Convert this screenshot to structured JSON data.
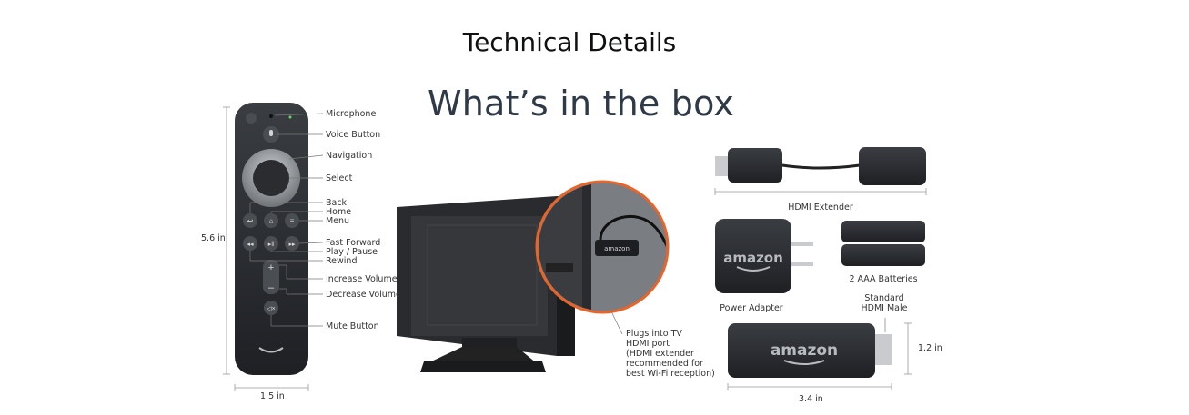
{
  "page": {
    "heading": "Technical Details"
  },
  "image": {
    "title": "What’s in the box",
    "remote": {
      "height": "5.6 in",
      "width": "1.5 in",
      "labels": {
        "microphone": "Microphone",
        "voice": "Voice Button",
        "navigation": "Navigation",
        "select": "Select",
        "back": "Back",
        "home": "Home",
        "menu": "Menu",
        "fast_forward": "Fast Forward",
        "play_pause": "Play / Pause",
        "rewind": "Rewind",
        "increase_volume": "Increase Volume",
        "decrease_volume": "Decrease Volume",
        "mute": "Mute Button"
      }
    },
    "tv": {
      "caption_lines": [
        "Plugs into TV",
        "HDMI port",
        "(HDMI extender",
        "recommended for",
        "best Wi-Fi reception)"
      ]
    },
    "accessories": {
      "hdmi_extender": "HDMI Extender",
      "power_adapter": "Power Adapter",
      "batteries": "2 AAA Batteries",
      "hdmi_male_line1": "Standard",
      "hdmi_male_line2": "HDMI Male",
      "stick_height": "1.2 in",
      "stick_width": "3.4 in",
      "brand": "amazon"
    }
  }
}
